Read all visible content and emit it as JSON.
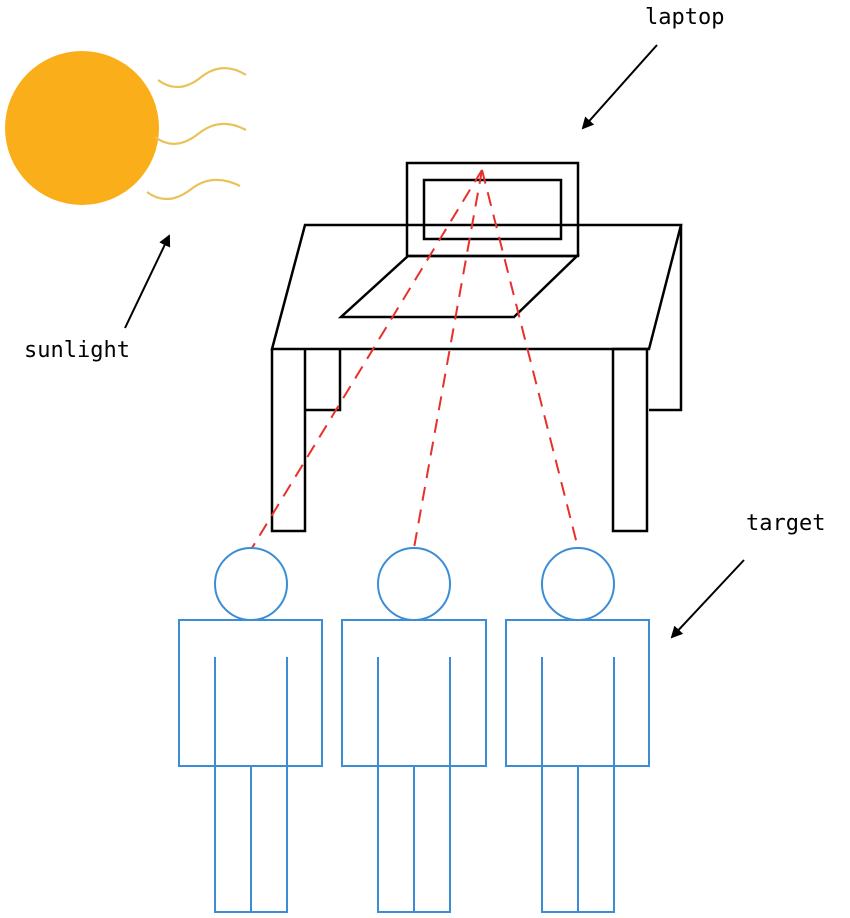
{
  "labels": {
    "laptop": "laptop",
    "sunlight": "sunlight",
    "target": "target"
  },
  "colors": {
    "sun": "#F9AE1A",
    "sun_waves": "#E9C35A",
    "outline": "#000000",
    "person": "#3C8DD6",
    "ray": "#E8302B"
  },
  "people_count": 3
}
